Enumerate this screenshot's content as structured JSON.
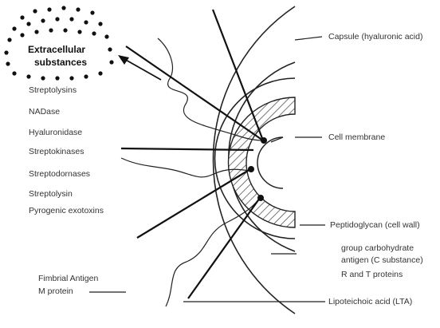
{
  "cluster_title": {
    "line1": "Extracellular",
    "line2": "substances"
  },
  "substances": [
    "Streptolysins",
    "NADase",
    "Hyaluronidase",
    "Streptokinases",
    "Streptodornases",
    "Streptolysin",
    "Pyrogenic exotoxins"
  ],
  "labels": {
    "capsule": "Capsule (hyaluronic acid)",
    "cell_membrane": "Cell membrane",
    "peptidoglycan": "Peptidoglycan (cell wall)",
    "group_carb_line1": "group carbohydrate",
    "group_carb_line2": "antigen (C substance)",
    "rt_proteins": "R and T proteins",
    "lta": "Lipoteichoic acid (LTA)",
    "fimbrial": "Fimbrial Antigen",
    "m_protein": "M protein"
  }
}
